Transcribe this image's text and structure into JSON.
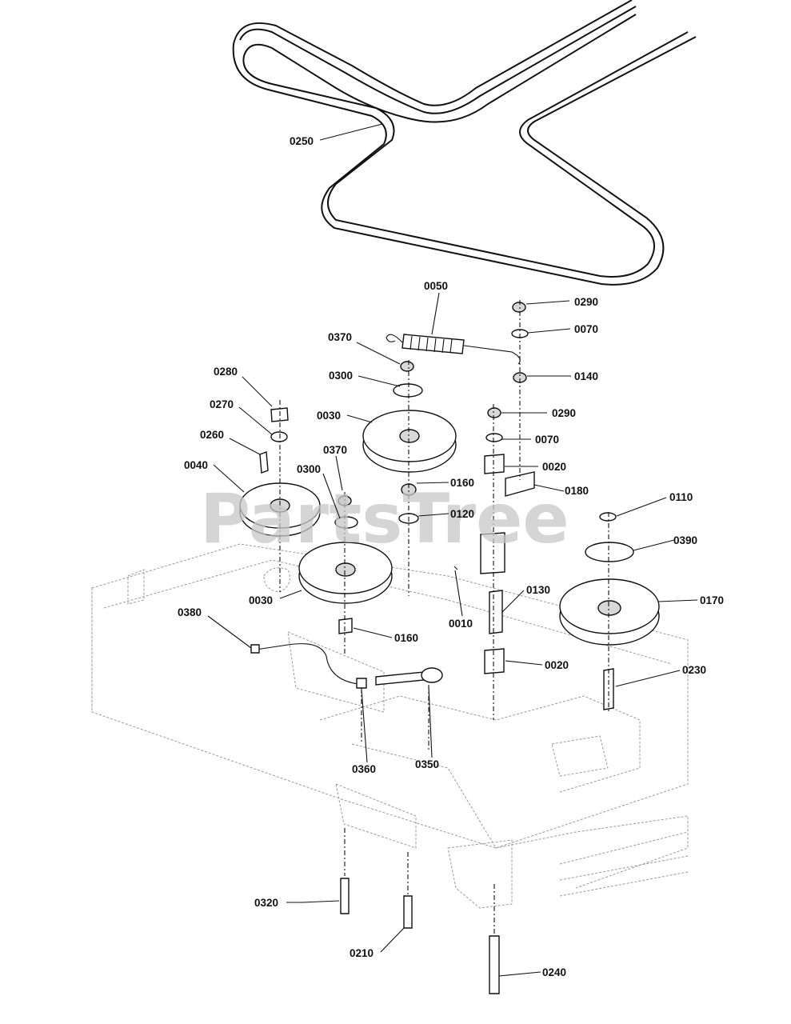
{
  "watermark": "PartsTree",
  "callouts": [
    {
      "id": "0250",
      "label": "0250"
    },
    {
      "id": "0050",
      "label": "0050"
    },
    {
      "id": "0290a",
      "label": "0290"
    },
    {
      "id": "0070a",
      "label": "0070"
    },
    {
      "id": "0370a",
      "label": "0370"
    },
    {
      "id": "0140",
      "label": "0140"
    },
    {
      "id": "0280",
      "label": "0280"
    },
    {
      "id": "0300a",
      "label": "0300"
    },
    {
      "id": "0270",
      "label": "0270"
    },
    {
      "id": "0030a",
      "label": "0030"
    },
    {
      "id": "0290b",
      "label": "0290"
    },
    {
      "id": "0260",
      "label": "0260"
    },
    {
      "id": "0070b",
      "label": "0070"
    },
    {
      "id": "0370b",
      "label": "0370"
    },
    {
      "id": "0020a",
      "label": "0020"
    },
    {
      "id": "0040",
      "label": "0040"
    },
    {
      "id": "0300b",
      "label": "0300"
    },
    {
      "id": "0160a",
      "label": "0160"
    },
    {
      "id": "0180",
      "label": "0180"
    },
    {
      "id": "0110",
      "label": "0110"
    },
    {
      "id": "0120",
      "label": "0120"
    },
    {
      "id": "0390",
      "label": "0390"
    },
    {
      "id": "0030b",
      "label": "0030"
    },
    {
      "id": "0130",
      "label": "0130"
    },
    {
      "id": "0170",
      "label": "0170"
    },
    {
      "id": "0380",
      "label": "0380"
    },
    {
      "id": "0010",
      "label": "0010"
    },
    {
      "id": "0160b",
      "label": "0160"
    },
    {
      "id": "0020b",
      "label": "0020"
    },
    {
      "id": "0230",
      "label": "0230"
    },
    {
      "id": "0360",
      "label": "0360"
    },
    {
      "id": "0350",
      "label": "0350"
    },
    {
      "id": "0320",
      "label": "0320"
    },
    {
      "id": "0210",
      "label": "0210"
    },
    {
      "id": "0240",
      "label": "0240"
    }
  ]
}
